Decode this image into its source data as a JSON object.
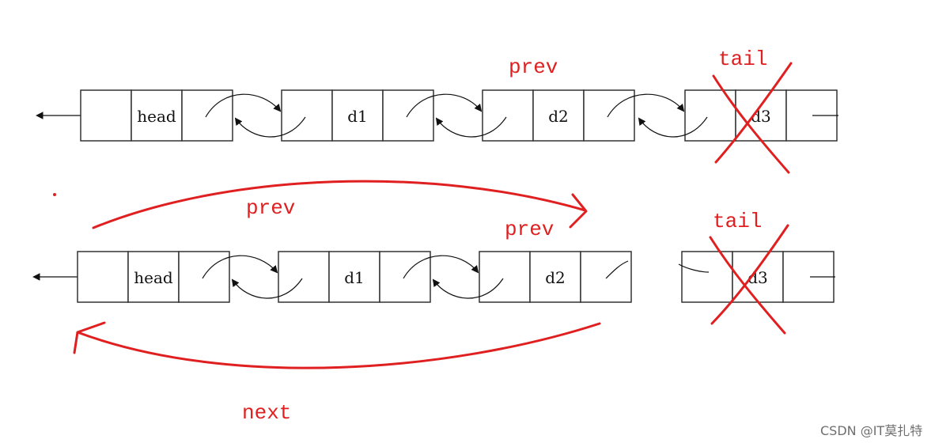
{
  "rows": [
    {
      "node_labels": [
        "head",
        "d1",
        "d2",
        "d3"
      ],
      "red_labels": [
        "prev",
        "tail"
      ]
    },
    {
      "node_labels": [
        "head",
        "d1",
        "d2",
        "d3"
      ],
      "red_labels": [
        "prev",
        "prev",
        "tail",
        "next"
      ]
    }
  ],
  "watermark": "CSDN @IT莫扎特",
  "colors": {
    "annotation_red": "#e02020",
    "diagram_black": "#111111",
    "watermark_gray": "#6f6f6f"
  }
}
